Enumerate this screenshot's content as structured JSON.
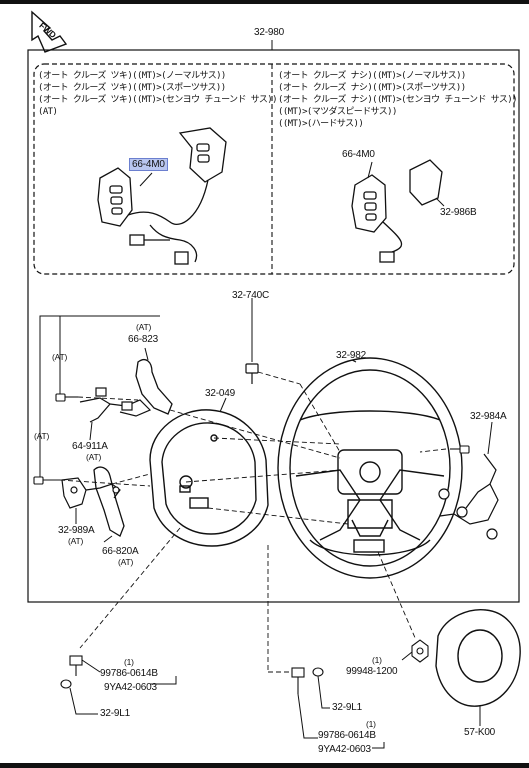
{
  "fwd_label": "FWD",
  "assembly_ref": "32-980",
  "notes_left": [
    "(オート クルーズ ツキ)((MT)>(ノーマルサス))",
    "(オート クルーズ ツキ)((MT)>(スポーツサス))",
    "(オート クルーズ ツキ)((MT)>(センヨウ チューンド サス))",
    "(AT)"
  ],
  "notes_right": [
    "(オート クルーズ ナシ)((MT)>(ノーマルサス))",
    "(オート クルーズ ナシ)((MT)>(スポーツサス))",
    "(オート クルーズ ナシ)((MT)>(センヨウ チューンド サス))",
    "((MT)>(マツダスピードサス))",
    "((MT)>(ハードサス))"
  ],
  "labels": {
    "switch_left": "66-4M0",
    "switch_right": "66-4M0",
    "cover_right": "32-986B",
    "bolt_top": "32-740C",
    "wheel": "32-982",
    "garnish": "32-049",
    "bracket_right": "32-984A",
    "paddle_up": "66-823",
    "paddle_up_at": "(AT)",
    "wire": "64-911A",
    "wire_at": "(AT)",
    "at_left_top": "(AT)",
    "at_left_mid": "(AT)",
    "bracket_left": "32-989A",
    "bracket_left_at": "(AT)",
    "paddle_down": "66-820A",
    "paddle_down_at": "(AT)",
    "bolt_a": "99786-0614B",
    "bolt_a_qty": "(1)",
    "bolt_a_alt": "9YA42-0603",
    "cap_a": "32-9L1",
    "bolt_b": "99786-0614B",
    "bolt_b_qty": "(1)",
    "bolt_b_alt": "9YA42-0603",
    "cap_b": "32-9L1",
    "nut": "99948-1200",
    "nut_qty": "(1)",
    "airbag": "57-K00"
  }
}
